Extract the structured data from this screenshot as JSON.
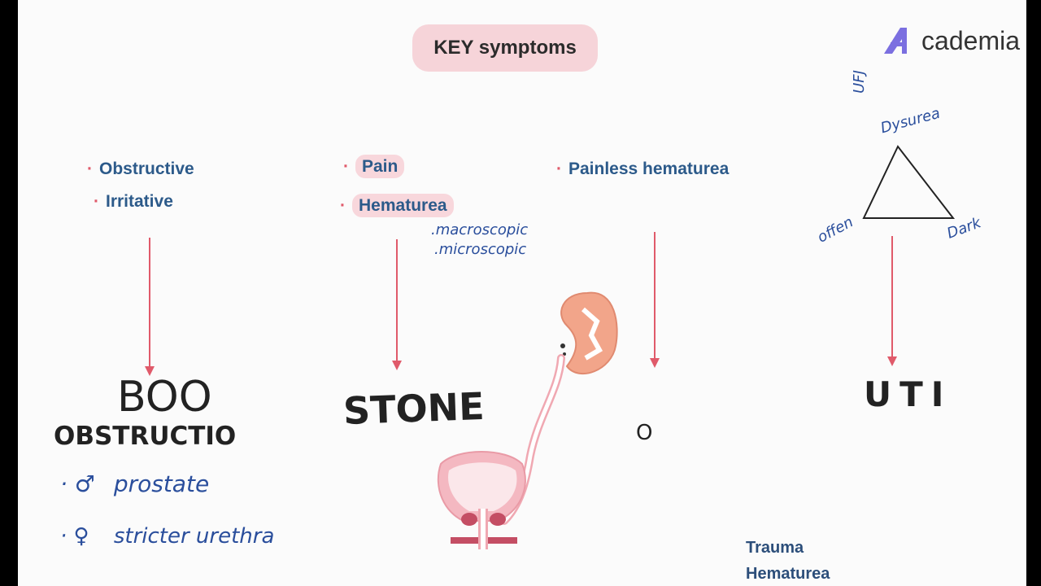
{
  "title": "KEY symptoms",
  "logo": {
    "text": "cademia",
    "icon": "academia-A-logo"
  },
  "columns": [
    {
      "symptoms": [
        "Obstructive",
        "Irritative"
      ],
      "diagnosis": "BOO",
      "diagnosis_sub": "OBSTRUCTIO",
      "causes": [
        {
          "symbol": "♂",
          "text": "prostate"
        },
        {
          "symbol": "♀",
          "text": "stricter urethra"
        }
      ]
    },
    {
      "symptoms": [
        "Pain",
        "Hematurea"
      ],
      "sub_notes": [
        ".macroscopic",
        ".microscopic"
      ],
      "diagnosis": "STONE"
    },
    {
      "symptoms": [
        "Painless hematurea"
      ],
      "diagnosis": "O"
    },
    {
      "diagnosis": "UTI",
      "triangle": {
        "top": "Dysurea",
        "left": "offen",
        "right": "Dark"
      },
      "side_note": "UFJ"
    }
  ],
  "footer_note": [
    "Trauma",
    "Hematurea"
  ],
  "colors": {
    "accent": "#e05a6a",
    "text_blue": "#2c5a8a",
    "highlight": "#f8d7dc",
    "ink": "#2a4e9c"
  }
}
